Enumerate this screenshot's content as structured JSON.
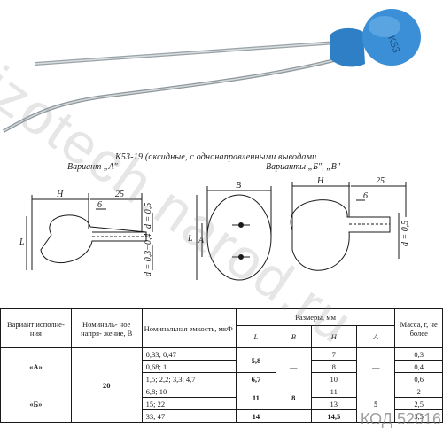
{
  "photo": {
    "body_marking": "K53"
  },
  "caption": "К53-19 (оксидные, с однонаправленными выводами",
  "variants": {
    "a": "Вариант „А\"",
    "bv": "Варианты „Б\", „В\""
  },
  "dims": {
    "H": "H",
    "B": "B",
    "L": "L",
    "A": "A",
    "lead_len": "25",
    "six": "6",
    "d_small": "d = 0,5",
    "d_range": "d = 0,3−0,4"
  },
  "table": {
    "headers": {
      "variant": "Вариант исполне- ния",
      "voltage": "Номиналь- ное напря- жение, В",
      "capacitance": "Номинальная емкость, мкФ",
      "sizes": "Размеры, мм",
      "L": "L",
      "B": "B",
      "H": "H",
      "A": "A",
      "mass": "Масса, г, не более"
    },
    "rows": [
      {
        "cap": "0,33; 0,47",
        "H": "7",
        "mass": "0,3"
      },
      {
        "cap": "0,68; 1",
        "H": "8",
        "mass": "0,4"
      },
      {
        "cap": "1,5; 2,2; 3,3; 4,7",
        "H": "10",
        "mass": "0,6"
      },
      {
        "cap": "6,8; 10",
        "H": "11",
        "mass": "2"
      },
      {
        "cap": "15; 22",
        "H": "13",
        "mass": "2,5"
      },
      {
        "cap": "33; 47",
        "H": "14,5",
        "mass": "3,5"
      }
    ],
    "groups": {
      "variant_a": "«А»",
      "variant_b": "«Б»",
      "voltage": "20",
      "L_a1": "5,8",
      "L_a2": "6,7",
      "L_b": "11",
      "L_last": "14",
      "B_dash": "—",
      "B_b": "8",
      "A_dash": "—",
      "A_b": "5"
    }
  },
  "watermark": "izotech.narod.ru",
  "code_label": "КОД 52016"
}
